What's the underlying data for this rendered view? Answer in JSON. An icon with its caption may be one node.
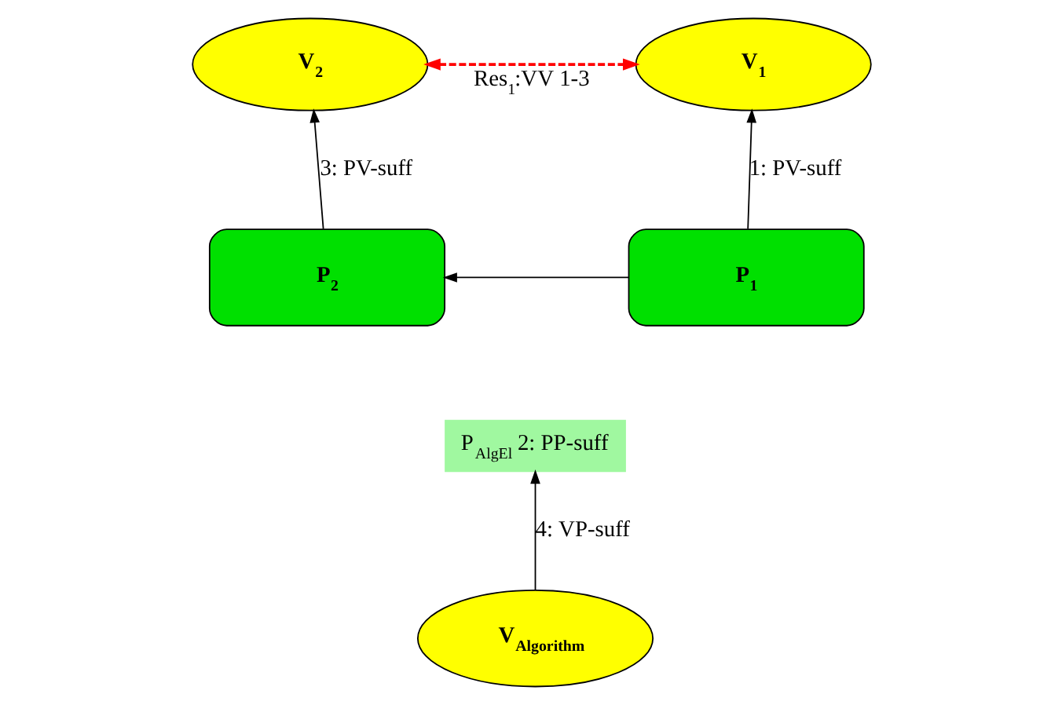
{
  "diagram": {
    "nodes": [
      {
        "text": [
          "V$_{2}$"
        ]
      },
      {
        "text": [
          "V$_{1}$"
        ]
      },
      {
        "text": [
          "P$_{2}$"
        ]
      },
      {
        "text": [
          "P$_{AlgEl}$ 2: PP-suff"
        ]
      },
      {
        "text": [
          "P$_{1}$"
        ]
      },
      {
        "text": [
          "V$_{Algorithm}$"
        ]
      }
    ],
    "edges": [
      {
        "from": 0,
        "to": 1,
        "arrow": "both",
        "label": "Res$_{1}$:VV 1-3",
        "style": "dashed",
        "color": "#ff0000"
      },
      {
        "from": 2,
        "to": 0,
        "arrow": "to",
        "label": "3: PV-suff"
      },
      {
        "from": 4,
        "to": 1,
        "arrow": "to",
        "label": "1: PV-suff"
      },
      {
        "from": 4,
        "to": 2,
        "arrow": "to"
      },
      {
        "from": 5,
        "to": 3,
        "arrow": "to",
        "label": "4: VP-suff"
      }
    ]
  }
}
